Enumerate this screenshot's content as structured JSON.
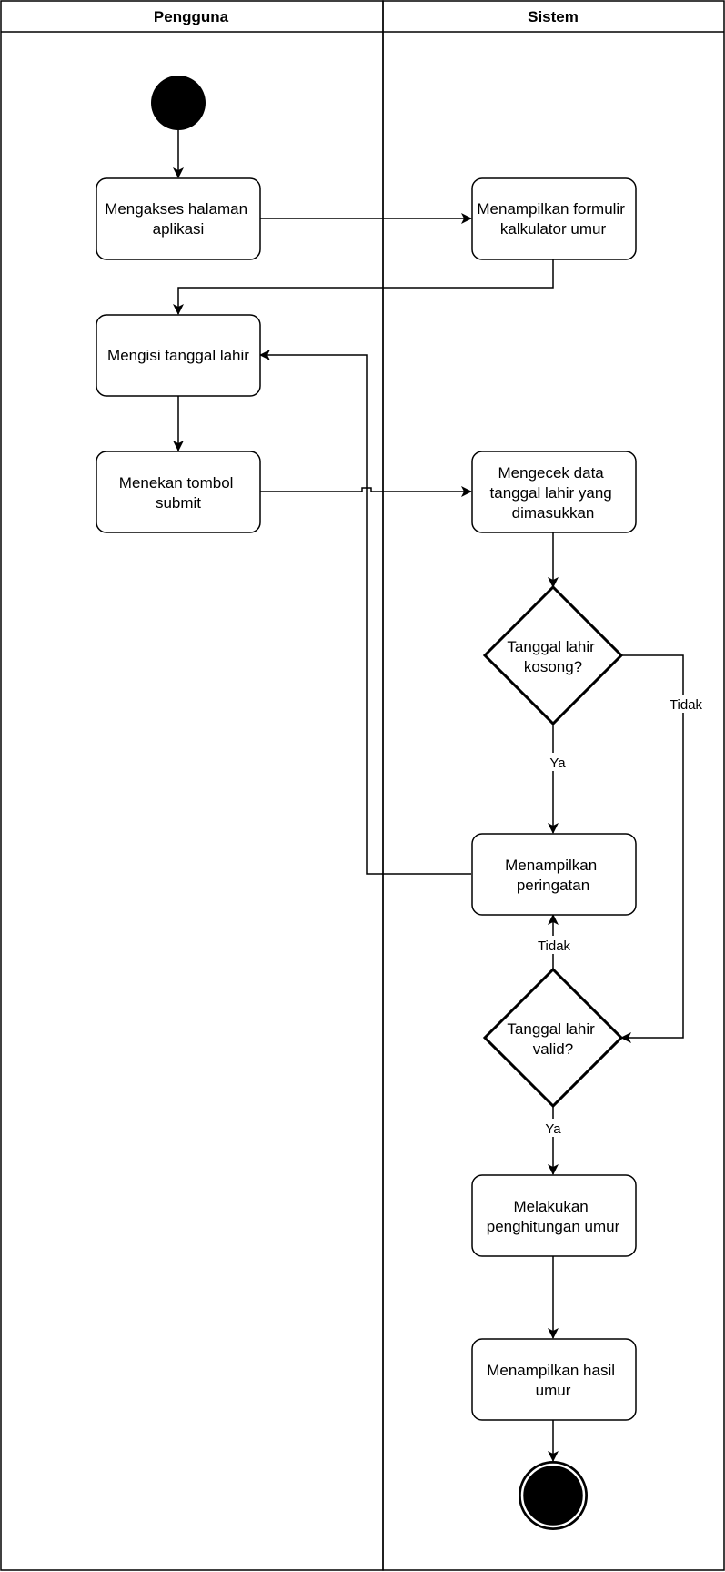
{
  "lanes": {
    "user": "Pengguna",
    "system": "Sistem"
  },
  "nodes": {
    "access_app": "Mengakses halaman aplikasi",
    "show_form": "Menampilkan formulir kalkulator umur",
    "fill_dob": "Mengisi tanggal lahir",
    "press_submit": "Menekan tombol submit",
    "check_dob": "Mengecek data tanggal lahir yang dimasukkan",
    "dob_empty": "Tanggal lahir kosong?",
    "show_warning": "Menampilkan peringatan",
    "dob_valid": "Tanggal lahir valid?",
    "calculate_age": "Melakukan penghitungan umur",
    "show_result": "Menampilkan hasil umur"
  },
  "edge_labels": {
    "empty_no": "Tidak",
    "empty_yes": "Ya",
    "valid_no": "Tidak",
    "valid_yes": "Ya"
  },
  "colors": {
    "stroke": "#000000",
    "background": "#ffffff"
  }
}
